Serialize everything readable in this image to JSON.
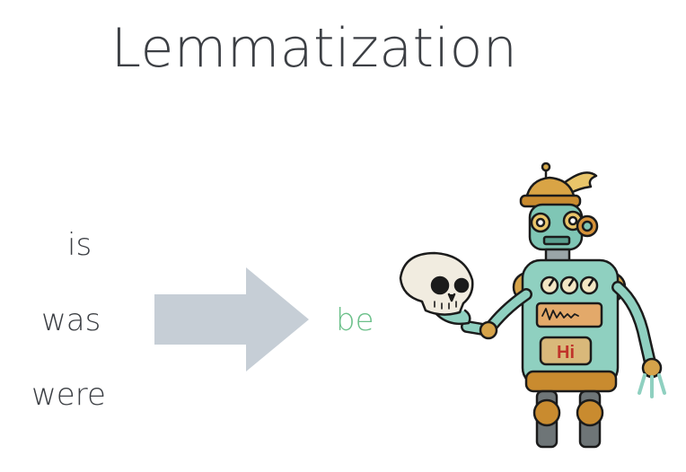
{
  "slide": {
    "title": "Lemmatization",
    "source_words": [
      "is",
      "was",
      "were"
    ],
    "lemma": "be",
    "robot_badge": "Hi"
  },
  "colors": {
    "text": "#3c3f44",
    "lemma": "#6cc08a",
    "arrow": "#c6ced6"
  },
  "icons": {
    "arrow": "right-arrow-icon",
    "illustration": "robot-holding-skull"
  }
}
